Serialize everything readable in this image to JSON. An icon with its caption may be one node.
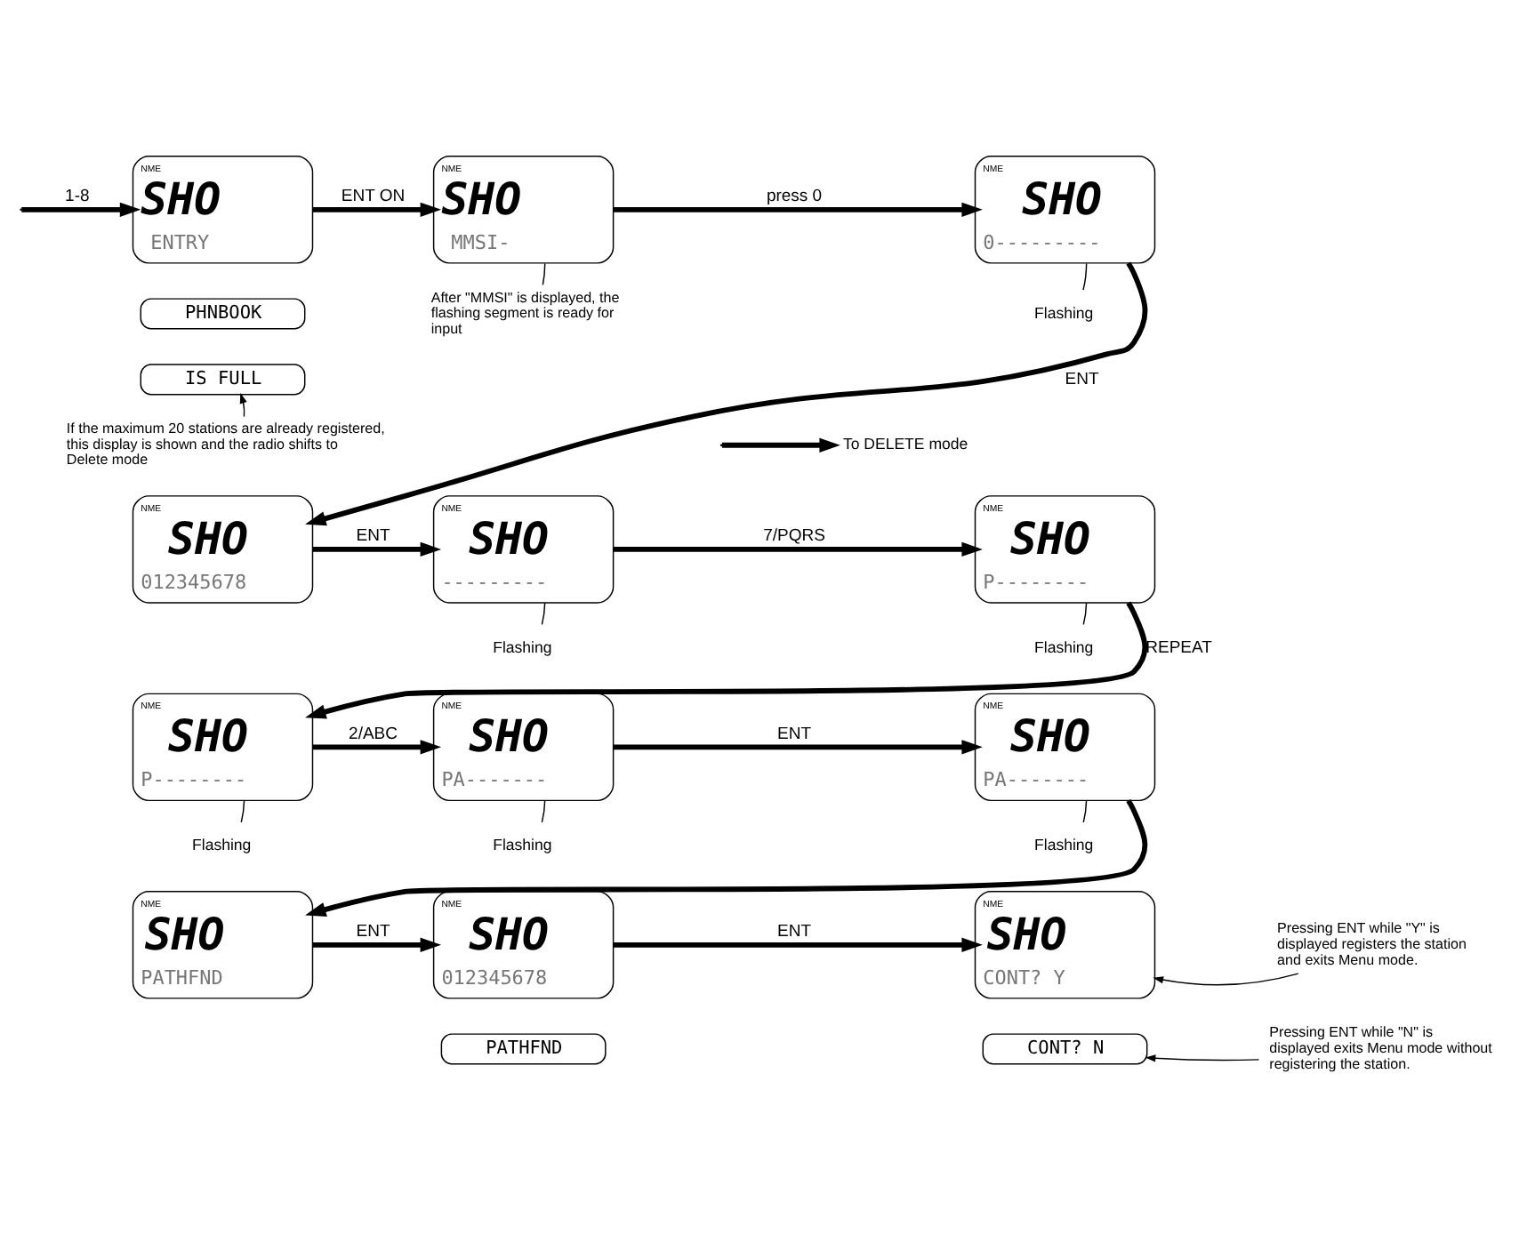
{
  "diagram": {
    "nodes": [
      {
        "text": [
          "NME",
          "SHO",
          "ENTRY"
        ]
      },
      {
        "text": [
          "PHNBOOK"
        ]
      },
      {
        "text": [
          "IS FULL"
        ]
      },
      {
        "text": [
          "If the maximum 20 stations are already registered, this display is shown and the radio shifts to Delete mode"
        ]
      },
      {
        "text": [
          "To DELETE mode"
        ]
      },
      {
        "text": [
          "NME",
          "SHO",
          "MMSI-"
        ]
      },
      {
        "text": [
          "After \"MMSI\" is displayed, the flashing segment is ready for input"
        ]
      },
      {
        "text": [
          "NME",
          "SHO",
          "0---------"
        ]
      },
      {
        "text": [
          "Flashing"
        ]
      },
      {
        "text": [
          "NME",
          "SHO",
          "012345678"
        ]
      },
      {
        "text": [
          "NME",
          "SHO",
          "---------"
        ]
      },
      {
        "text": [
          "Flashing"
        ]
      },
      {
        "text": [
          "NME",
          "SHO",
          "P--------"
        ]
      },
      {
        "text": [
          "Flashing"
        ]
      },
      {
        "text": [
          "NME",
          "SHO",
          "P--------"
        ]
      },
      {
        "text": [
          "Flashing"
        ]
      },
      {
        "text": [
          "NME",
          "SHO",
          "PA-------"
        ]
      },
      {
        "text": [
          "Flashing"
        ]
      },
      {
        "text": [
          "NME",
          "SHO",
          "PA-------"
        ]
      },
      {
        "text": [
          "Flashing"
        ]
      },
      {
        "text": [
          "NME",
          "SHO",
          "PATHFND"
        ]
      },
      {
        "text": [
          "NME",
          "SHO",
          "012345678"
        ]
      },
      {
        "text": [
          "PATHFND"
        ]
      },
      {
        "text": [
          "NME",
          "SHO",
          "CONT? Y"
        ]
      },
      {
        "text": [
          "CONT? N"
        ]
      },
      {
        "text": [
          "Pressing ENT while \"Y\" is displayed registers the station and exits Menu mode."
        ]
      },
      {
        "text": [
          "Pressing ENT while \"N\" is displayed exits Menu mode without registering the station."
        ]
      }
    ],
    "edges": [
      {
        "from": null,
        "to": 0,
        "label": "1-8",
        "arrow": "to"
      },
      {
        "from": null,
        "to": 4,
        "arrow": "to"
      },
      {
        "from": 3,
        "to": 2,
        "arrow": "to"
      },
      {
        "from": 0,
        "to": 5,
        "label": "ENT ON",
        "arrow": "to"
      },
      {
        "from": 6,
        "to": 5,
        "arrow": "none"
      },
      {
        "from": 5,
        "to": 7,
        "label": "press 0",
        "arrow": "to"
      },
      {
        "from": 8,
        "to": 7,
        "arrow": "none"
      },
      {
        "from": 7,
        "to": 9,
        "label": "ENT",
        "arrow": "to"
      },
      {
        "from": 9,
        "to": 10,
        "label": "ENT",
        "arrow": "to"
      },
      {
        "from": 11,
        "to": 10,
        "arrow": "none"
      },
      {
        "from": 10,
        "to": 12,
        "label": "7/PQRS",
        "arrow": "to"
      },
      {
        "from": 13,
        "to": 12,
        "arrow": "none"
      },
      {
        "from": 12,
        "to": 14,
        "label": "REPEAT",
        "arrow": "to"
      },
      {
        "from": 15,
        "to": 14,
        "arrow": "none"
      },
      {
        "from": 14,
        "to": 16,
        "label": "2/ABC",
        "arrow": "to"
      },
      {
        "from": 17,
        "to": 16,
        "arrow": "none"
      },
      {
        "from": 16,
        "to": 18,
        "label": "ENT",
        "arrow": "to"
      },
      {
        "from": 19,
        "to": 18,
        "arrow": "none"
      },
      {
        "from": 18,
        "to": 20,
        "arrow": "to"
      },
      {
        "from": 20,
        "to": 21,
        "label": "ENT",
        "arrow": "to"
      },
      {
        "from": 21,
        "to": 23,
        "label": "ENT",
        "arrow": "to"
      },
      {
        "from": 25,
        "to": 23,
        "arrow": "to"
      },
      {
        "from": 26,
        "to": 24,
        "arrow": "to"
      }
    ]
  }
}
